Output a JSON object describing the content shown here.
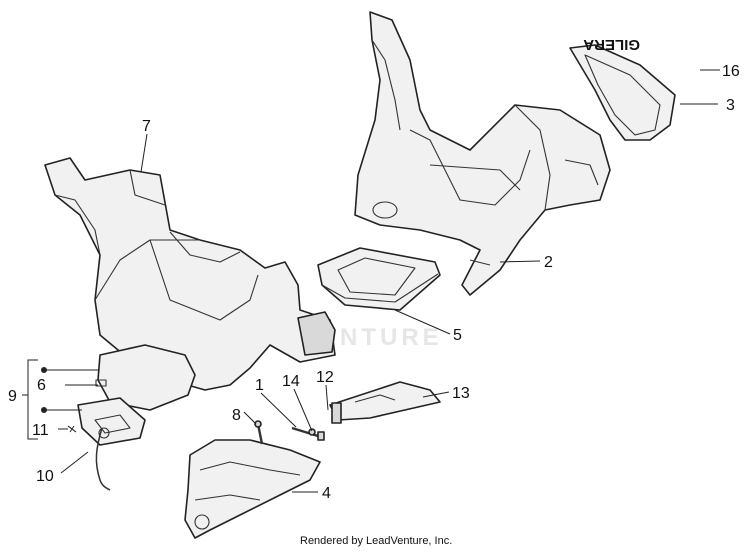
{
  "callouts": {
    "c1": "1",
    "c2": "2",
    "c3": "3",
    "c4": "4",
    "c5": "5",
    "c6": "6",
    "c7": "7",
    "c8": "8",
    "c9": "9",
    "c10": "10",
    "c11": "11",
    "c12": "12",
    "c13": "13",
    "c14": "14",
    "c16": "16"
  },
  "logo_text": "GILERA",
  "watermark": "VENTURE",
  "footer": "Rendered by LeadVenture, Inc."
}
